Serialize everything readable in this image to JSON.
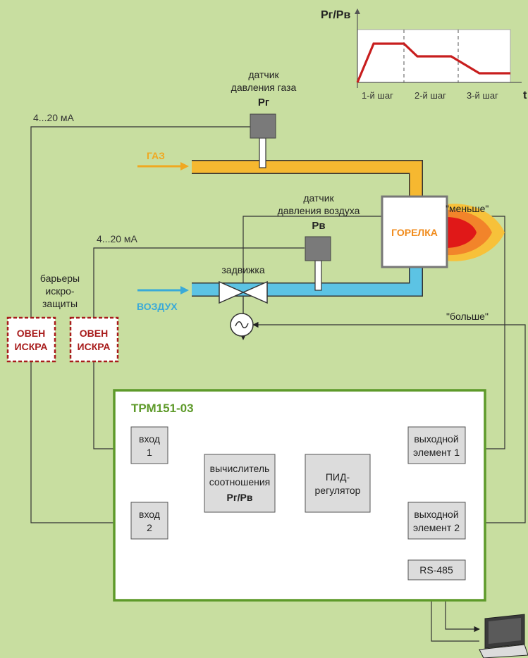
{
  "chart": {
    "y_label": "Рг/Рв",
    "x_label": "t",
    "steps": [
      "1-й шаг",
      "2-й шаг",
      "3-й шаг"
    ]
  },
  "sensors": {
    "gas_line1": "датчик",
    "gas_line2": "давления газа",
    "gas_symbol": "Рг",
    "air_line1": "датчик",
    "air_line2": "давления воздуха",
    "air_symbol": "Рв"
  },
  "signals": {
    "gas_ma": "4...20 мА",
    "air_ma": "4...20 мА"
  },
  "pipes": {
    "gas_label": "ГАЗ",
    "air_label": "ВОЗДУХ"
  },
  "burner": "ГОРЕЛКА",
  "valve_label": "задвижка",
  "barriers": {
    "line1": "барьеры",
    "line2": "искро-",
    "line3": "защиты"
  },
  "iskra": {
    "line1": "ОВЕН",
    "line2": "ИСКРА"
  },
  "commands": {
    "more": "\"больше\"",
    "less": "\"меньше\""
  },
  "controller": {
    "title": "ТРМ151-03",
    "input1": [
      "вход",
      "1"
    ],
    "input2": [
      "вход",
      "2"
    ],
    "calc": [
      "вычислитель",
      "соотношения",
      "Рг/Рв"
    ],
    "pid": [
      "ПИД-",
      "регулятор"
    ],
    "out1": [
      "выходной",
      "элемент 1"
    ],
    "out2": [
      "выходной",
      "элемент 2"
    ],
    "rs485": "RS-485"
  },
  "colors": {
    "background": "#c8dea0",
    "gas_pipe": "#f6b830",
    "air_pipe": "#5cc3e4",
    "gas_text": "#f0a820",
    "air_text": "#3aaad8",
    "controller_border": "#5e9a2a",
    "iskra_border": "#a81c1c",
    "burner_text": "#f08a1a",
    "chart_line": "#c81e1e"
  },
  "icons": [
    "laptop-icon",
    "flame-icon",
    "valve-icon",
    "servo-motor-icon"
  ]
}
